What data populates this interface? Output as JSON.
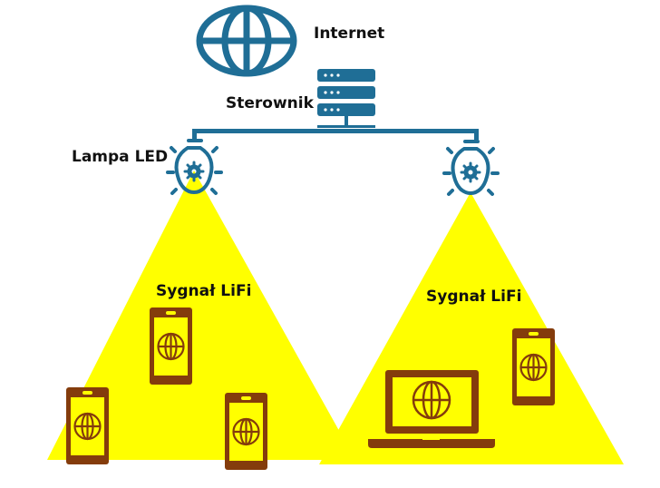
{
  "labels": {
    "internet": "Internet",
    "controller": "Sterownik",
    "lamp": "Lampa LED",
    "signal_left": "Sygnał LiFi",
    "signal_right": "Sygnał LiFi"
  },
  "colors": {
    "network_blue": "#1F6E96",
    "light_yellow": "#FFFF00",
    "device_brown": "#843C0C",
    "text": "#111111"
  },
  "devices": {
    "left_cone": [
      "smartphone",
      "smartphone",
      "smartphone"
    ],
    "right_cone": [
      "laptop",
      "smartphone"
    ]
  }
}
